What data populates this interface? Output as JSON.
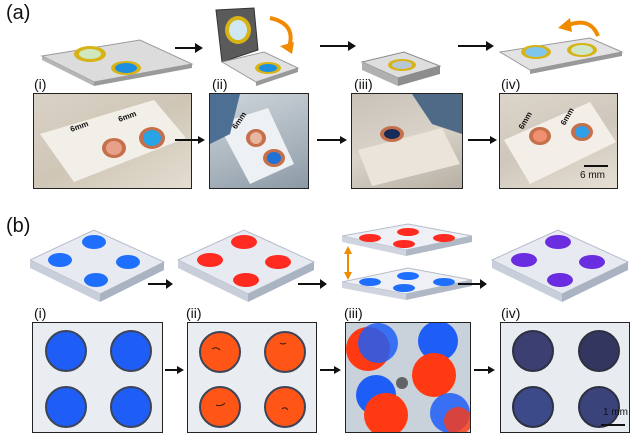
{
  "panel_a": {
    "letter": "(a)",
    "steps": [
      "(i)",
      "(ii)",
      "(iii)",
      "(iv)"
    ],
    "label_6mm": "6mm",
    "scale_bar": "6 mm"
  },
  "panel_b": {
    "letter": "(b)",
    "steps": [
      "(i)",
      "(ii)",
      "(iii)",
      "(iv)"
    ],
    "scale_bar": "1 mm"
  },
  "colors": {
    "blue_dot": "#1f6fff",
    "red_dot": "#ff2a20",
    "purple_dot": "#6a2de0",
    "gold_ring": "#d7b316",
    "orange_arrow": "#f08a00",
    "copper_ring": "#c66f4b"
  }
}
